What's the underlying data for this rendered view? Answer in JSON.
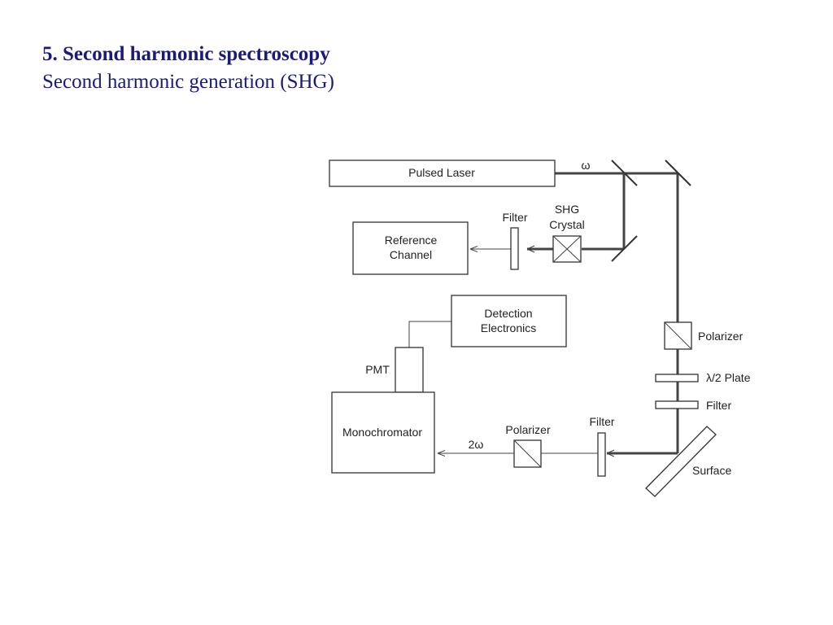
{
  "slide": {
    "title": "5. Second harmonic spectroscopy",
    "subtitle": "Second harmonic generation (SHG)",
    "title_color": "#1a1a7a"
  },
  "diagram": {
    "labels": {
      "pulsed_laser": "Pulsed Laser",
      "omega": "ω",
      "filter_top": "Filter",
      "shg_line1": "SHG",
      "shg_line2": "Crystal",
      "reference_line1": "Reference",
      "reference_line2": "Channel",
      "detection_line1": "Detection",
      "detection_line2": "Electronics",
      "pmt": "PMT",
      "monochromator": "Monochromator",
      "polarizer_right": "Polarizer",
      "half_wave_plate": "λ/2 Plate",
      "filter_right": "Filter",
      "surface": "Surface",
      "polarizer_bottom": "Polarizer",
      "filter_bottom": "Filter",
      "two_omega": "2ω"
    }
  }
}
